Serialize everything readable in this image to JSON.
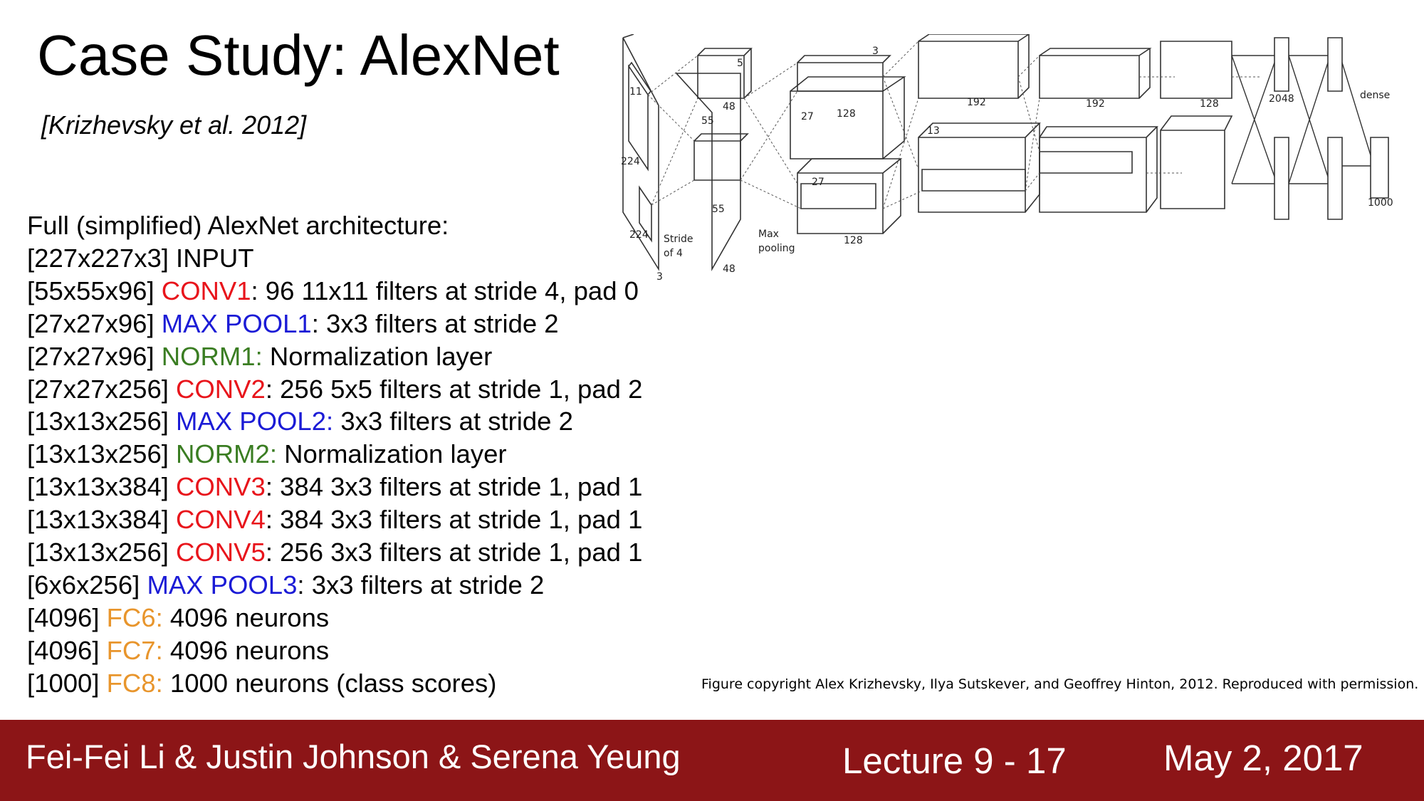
{
  "slide": {
    "title": "Case Study: AlexNet",
    "citation": "[Krizhevsky et al. 2012]",
    "arch_heading": "Full (simplified) AlexNet architecture:",
    "layers": [
      {
        "shape": "[227x227x3]",
        "name": "",
        "kind": "",
        "desc": "INPUT"
      },
      {
        "shape": "[55x55x96]",
        "name": "CONV1",
        "kind": "conv",
        "desc": ": 96 11x11 filters at stride 4, pad 0"
      },
      {
        "shape": "[27x27x96]",
        "name": "MAX POOL1",
        "kind": "pool",
        "desc": ": 3x3 filters at stride 2"
      },
      {
        "shape": "[27x27x96]",
        "name": "NORM1:",
        "kind": "norm",
        "desc": "Normalization layer"
      },
      {
        "shape": "[27x27x256]",
        "name": "CONV2",
        "kind": "conv",
        "desc": ": 256 5x5 filters at stride 1, pad 2"
      },
      {
        "shape": "[13x13x256]",
        "name": "MAX POOL2:",
        "kind": "pool",
        "desc": "3x3 filters at stride 2"
      },
      {
        "shape": "[13x13x256]",
        "name": "NORM2:",
        "kind": "norm",
        "desc": "Normalization layer"
      },
      {
        "shape": "[13x13x384]",
        "name": "CONV3",
        "kind": "conv",
        "desc": ": 384 3x3 filters at stride 1, pad 1"
      },
      {
        "shape": "[13x13x384]",
        "name": "CONV4",
        "kind": "conv",
        "desc": ": 384 3x3 filters at stride 1, pad 1"
      },
      {
        "shape": "[13x13x256]",
        "name": "CONV5",
        "kind": "conv",
        "desc": ": 256 3x3 filters at stride 1, pad 1"
      },
      {
        "shape": "[6x6x256]",
        "name": "MAX POOL3",
        "kind": "pool",
        "desc": ": 3x3 filters at stride 2"
      },
      {
        "shape": "[4096]",
        "name": "FC6:",
        "kind": "fc",
        "desc": "4096 neurons"
      },
      {
        "shape": "[4096]",
        "name": "FC7:",
        "kind": "fc",
        "desc": "4096 neurons"
      },
      {
        "shape": "[1000]",
        "name": "FC8:",
        "kind": "fc",
        "desc": "1000 neurons (class scores)"
      }
    ],
    "colors": {
      "conv": "#e8141b",
      "pool": "#1b1bd6",
      "norm": "#3a7d22",
      "fc": "#e8952c",
      "footer": "#8c1517"
    },
    "figure_copyright": "Figure copyright Alex Krizhevsky, Ilya Sutskever, and Geoffrey Hinton, 2012. Reproduced with permission."
  },
  "diagram": {
    "labels": {
      "input_size": "224",
      "input_size_bottom": "224",
      "input_depth": "3",
      "kernel": "11",
      "stride": "Stride",
      "stride_of": "of 4",
      "conv1_size": "55",
      "conv1_size_bottom": "55",
      "conv1_depth": "48",
      "conv1_depth_bottom": "48",
      "k5": "5",
      "conv2_size": "27",
      "conv2_size_bottom": "27",
      "conv2_depth": "128",
      "conv2_depth_bottom": "128",
      "k3": "3",
      "conv_size13": "13",
      "conv3_depth": "192",
      "conv4_depth": "192",
      "conv5_depth": "128",
      "max_pooling_1": "Max",
      "max_pooling_2": "pooling",
      "fc_2048": "2048",
      "dense": "dense",
      "output": "1000"
    }
  },
  "footer": {
    "authors": "Fei-Fei Li & Justin Johnson & Serena Yeung",
    "lecture": "Lecture 9 - 17",
    "date": "May 2, 2017"
  }
}
